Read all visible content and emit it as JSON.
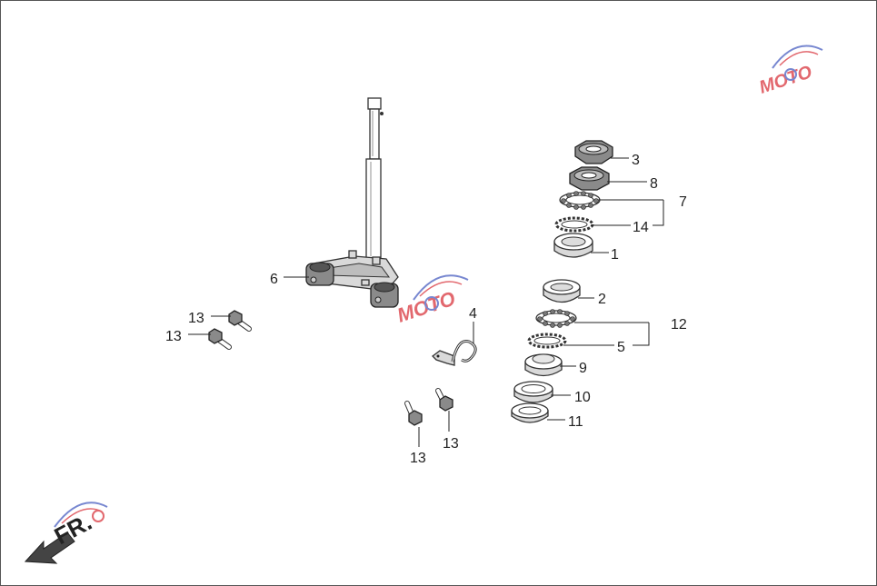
{
  "diagram": {
    "callouts": [
      {
        "id": "3",
        "label": "3"
      },
      {
        "id": "8",
        "label": "8"
      },
      {
        "id": "7",
        "label": "7"
      },
      {
        "id": "14",
        "label": "14"
      },
      {
        "id": "1",
        "label": "1"
      },
      {
        "id": "6",
        "label": "6"
      },
      {
        "id": "2",
        "label": "2"
      },
      {
        "id": "12",
        "label": "12"
      },
      {
        "id": "5",
        "label": "5"
      },
      {
        "id": "9",
        "label": "9"
      },
      {
        "id": "10",
        "label": "10"
      },
      {
        "id": "11",
        "label": "11"
      },
      {
        "id": "4",
        "label": "4"
      },
      {
        "id": "13a",
        "label": "13"
      },
      {
        "id": "13b",
        "label": "13"
      },
      {
        "id": "13c",
        "label": "13"
      },
      {
        "id": "13d",
        "label": "13"
      }
    ],
    "direction_label": "FR.",
    "watermark": {
      "text": "MOTO",
      "color_red": "#d9363e",
      "color_blue": "#4a5fc1"
    },
    "colors": {
      "line": "#222222",
      "part_fill": "#ffffff",
      "part_gray": "#d9d9d9"
    }
  }
}
